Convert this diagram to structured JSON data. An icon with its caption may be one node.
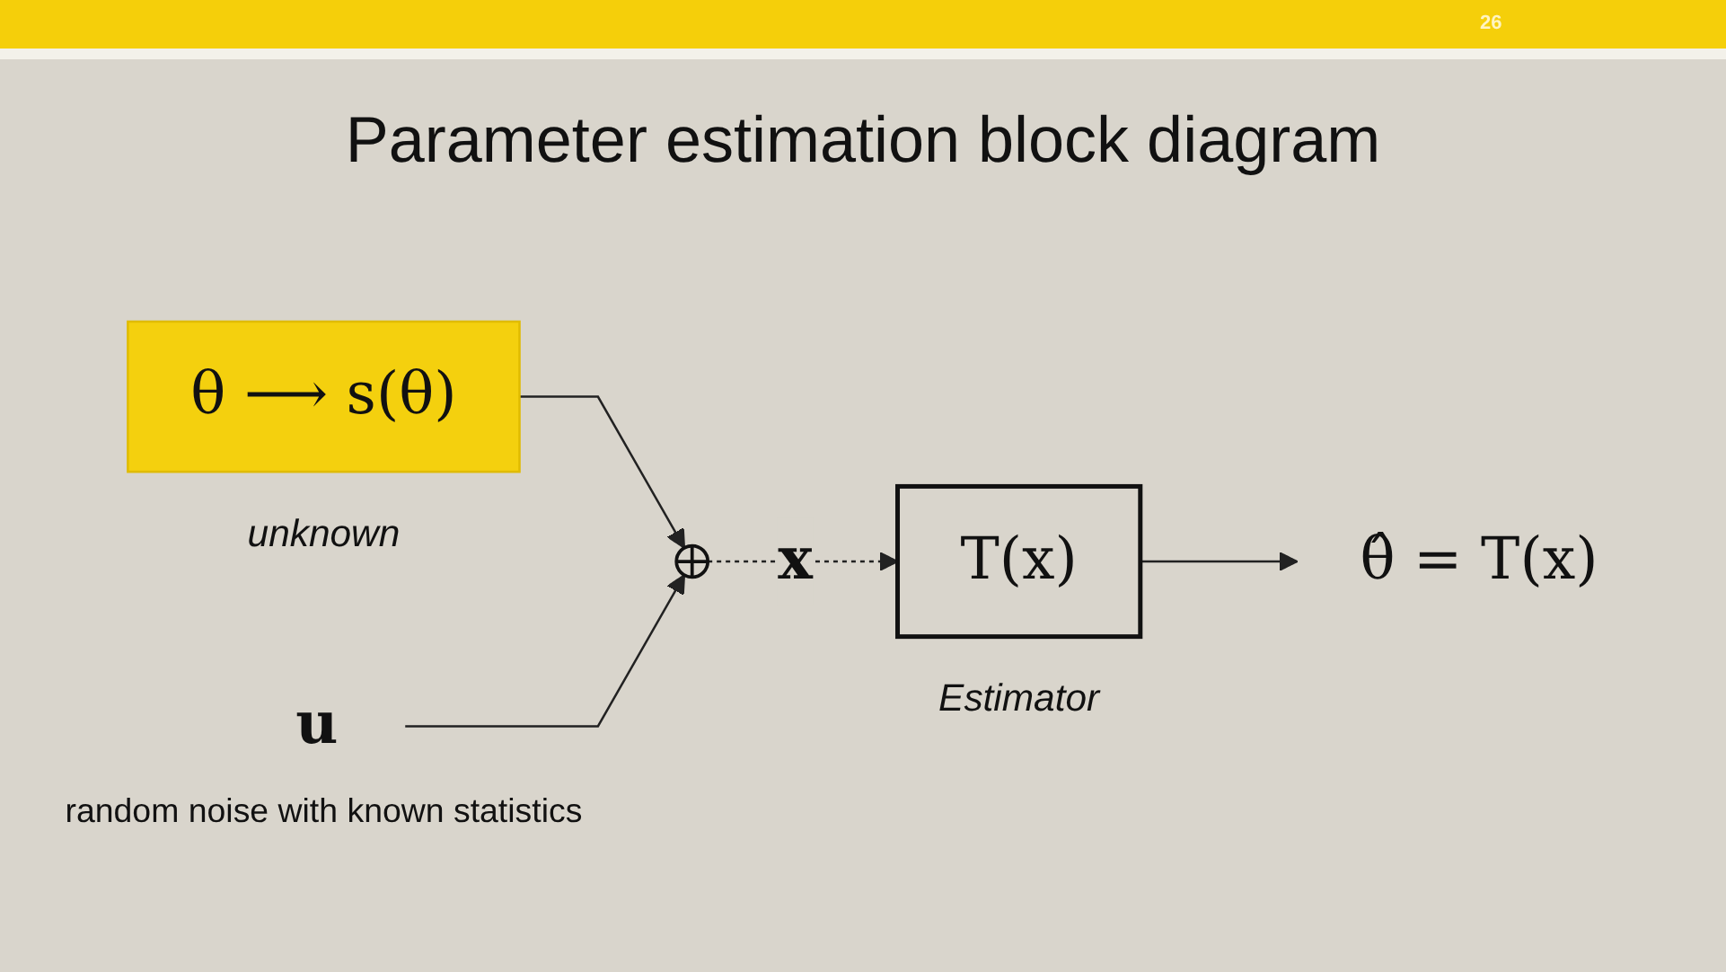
{
  "diagram": {
    "title": "Parameter estimation block diagram",
    "nodes": [
      {
        "text": [
          "θ ⟶ s(θ)"
        ],
        "beside": [
          "unknown"
        ]
      },
      {
        "text": [],
        "shape": "circle"
      },
      {
        "text": [
          "u"
        ],
        "beside": [
          "random noise with known statistics"
        ]
      },
      {
        "text": [
          "T(x)"
        ],
        "beside": [
          "Estimator"
        ]
      },
      {
        "text": [
          "θ̂ = T(x)"
        ]
      }
    ],
    "edges": [
      {
        "from": 0,
        "to": 1,
        "arrow": "to"
      },
      {
        "from": 2,
        "to": 1,
        "arrow": "to"
      },
      {
        "from": 1,
        "to": 3,
        "arrow": "to",
        "label": "x",
        "style": "dashed"
      },
      {
        "from": 3,
        "to": 4,
        "arrow": "to"
      }
    ],
    "labels": [
      "26"
    ]
  }
}
